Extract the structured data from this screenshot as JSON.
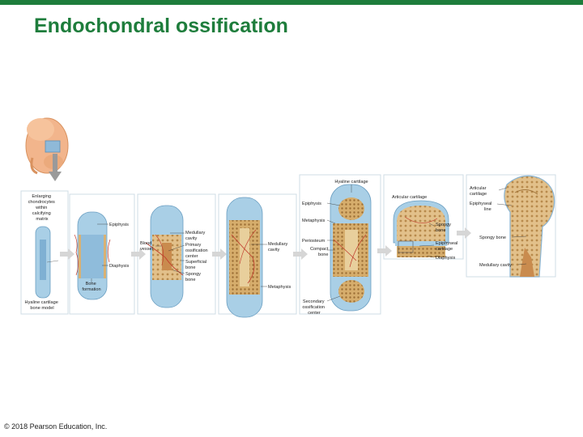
{
  "slide": {
    "title": "Endochondral ossification",
    "copyright": "© 2018 Pearson Education, Inc."
  },
  "colors": {
    "accent": "#1e7d3c",
    "cartilage": "#a9cfe6",
    "bone": "#d9b173",
    "vessel": "#c0392b"
  },
  "figure": {
    "stage1": {
      "label1": [
        "Enlarging",
        "chondrocytes",
        "within",
        "calcifying",
        "matrix"
      ],
      "label2": [
        "Hyaline cartilage",
        "bone model"
      ]
    },
    "stage2": {
      "epiphysis": "Epiphysis",
      "diaphysis": "Diaphysis",
      "bone_formation": [
        "Bone",
        "formation"
      ]
    },
    "stage3": {
      "blood_vessel": [
        "Blood",
        "vessel"
      ],
      "medullary_cavity": [
        "Medullary",
        "cavity"
      ],
      "primary_center": [
        "Primary",
        "ossification",
        "center"
      ],
      "superficial_bone": [
        "Superficial",
        "bone"
      ],
      "spongy_bone": [
        "Spongy",
        "bone"
      ]
    },
    "stage4": {
      "medullary_cavity": [
        "Medullary",
        "cavity"
      ],
      "metaphysis": "Metaphysis"
    },
    "stage5": {
      "hyaline_cartilage": "Hyaline cartilage",
      "epiphysis": "Epiphysis",
      "metaphysis": "Metaphysis",
      "periosteum": "Periosteum",
      "compact_bone": [
        "Compact",
        "bone"
      ],
      "secondary_center": [
        "Secondary",
        "ossification",
        "center"
      ]
    },
    "stage6": {
      "articular_cartilage": "Articular cartilage",
      "spongy_bone": [
        "Spongy",
        "bone"
      ],
      "epiphyseal_cartilage": [
        "Epiphyseal",
        "cartilage"
      ],
      "diaphysis": "Diaphysis"
    },
    "stage7": {
      "articular_cartilage": [
        "Articular",
        "cartilage"
      ],
      "epiphyseal_line": [
        "Epiphyseal",
        "line"
      ],
      "spongy_bone": "Spongy bone",
      "medullary_cavity": "Medullary cavity"
    }
  }
}
